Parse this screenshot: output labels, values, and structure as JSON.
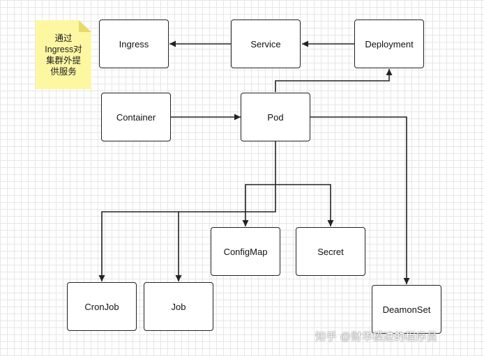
{
  "note": {
    "text": "通过\nIngress对\n集群外提\n供服务"
  },
  "nodes": {
    "ingress": "Ingress",
    "service": "Service",
    "deployment": "Deployment",
    "container": "Container",
    "pod": "Pod",
    "configmap": "ConfigMap",
    "secret": "Secret",
    "cronjob": "CronJob",
    "job": "Job",
    "daemonset": "DeamonSet"
  },
  "watermark": "知乎 @财华模进的程序员"
}
